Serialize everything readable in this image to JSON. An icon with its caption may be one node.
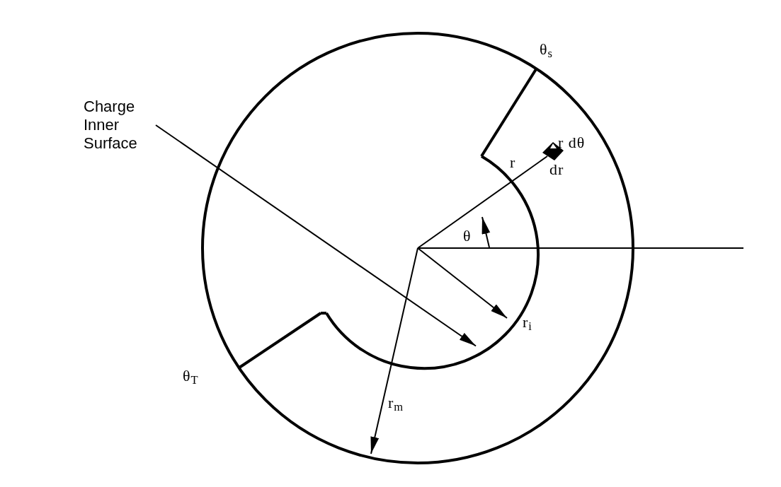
{
  "diagram": {
    "nodes": [
      {
        "text": [
          "Charge Inner Surface"
        ]
      },
      {
        "text": [],
        "shape": "arc"
      }
    ],
    "edges": [
      {
        "from": 0,
        "to": 1,
        "arrow": "to"
      }
    ],
    "labels": [
      "θ$_{s}$",
      "r dθ",
      "r",
      "dr",
      "θ",
      "r$_{i}$",
      "θ$_{T}$",
      "r$_{m}$"
    ]
  }
}
